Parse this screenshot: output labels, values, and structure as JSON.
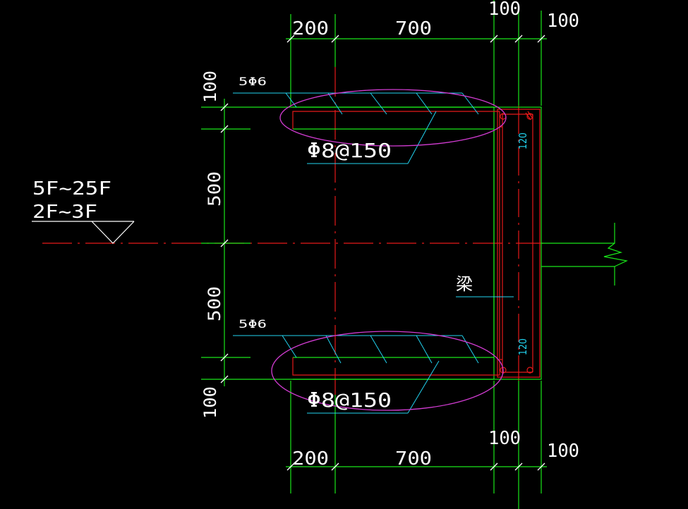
{
  "dimensions": {
    "top": {
      "d1": "200",
      "d2": "700",
      "d3": "100",
      "d4": "100"
    },
    "bottom": {
      "d1": "200",
      "d2": "700",
      "d3": "100",
      "d4": "100"
    },
    "left": {
      "d1": "100",
      "d2": "500",
      "d3": "500",
      "d4": "100"
    }
  },
  "level": {
    "line1": "5F~25F",
    "line2": "2F~3F"
  },
  "rebar": {
    "top_main": "5Φ6",
    "top_stirrup": "Φ8@150",
    "bottom_main": "5Φ6",
    "bottom_stirrup": "Φ8@150",
    "wall_top": "120",
    "wall_bottom": "120"
  },
  "beam_label": "梁",
  "colors": {
    "background": "#000000",
    "dimension_line": "#19e619",
    "axis_line": "#e61919",
    "rebar_line": "#22d3f0",
    "highlight_ellipse": "#d23cd2",
    "text": "#ffffff"
  }
}
